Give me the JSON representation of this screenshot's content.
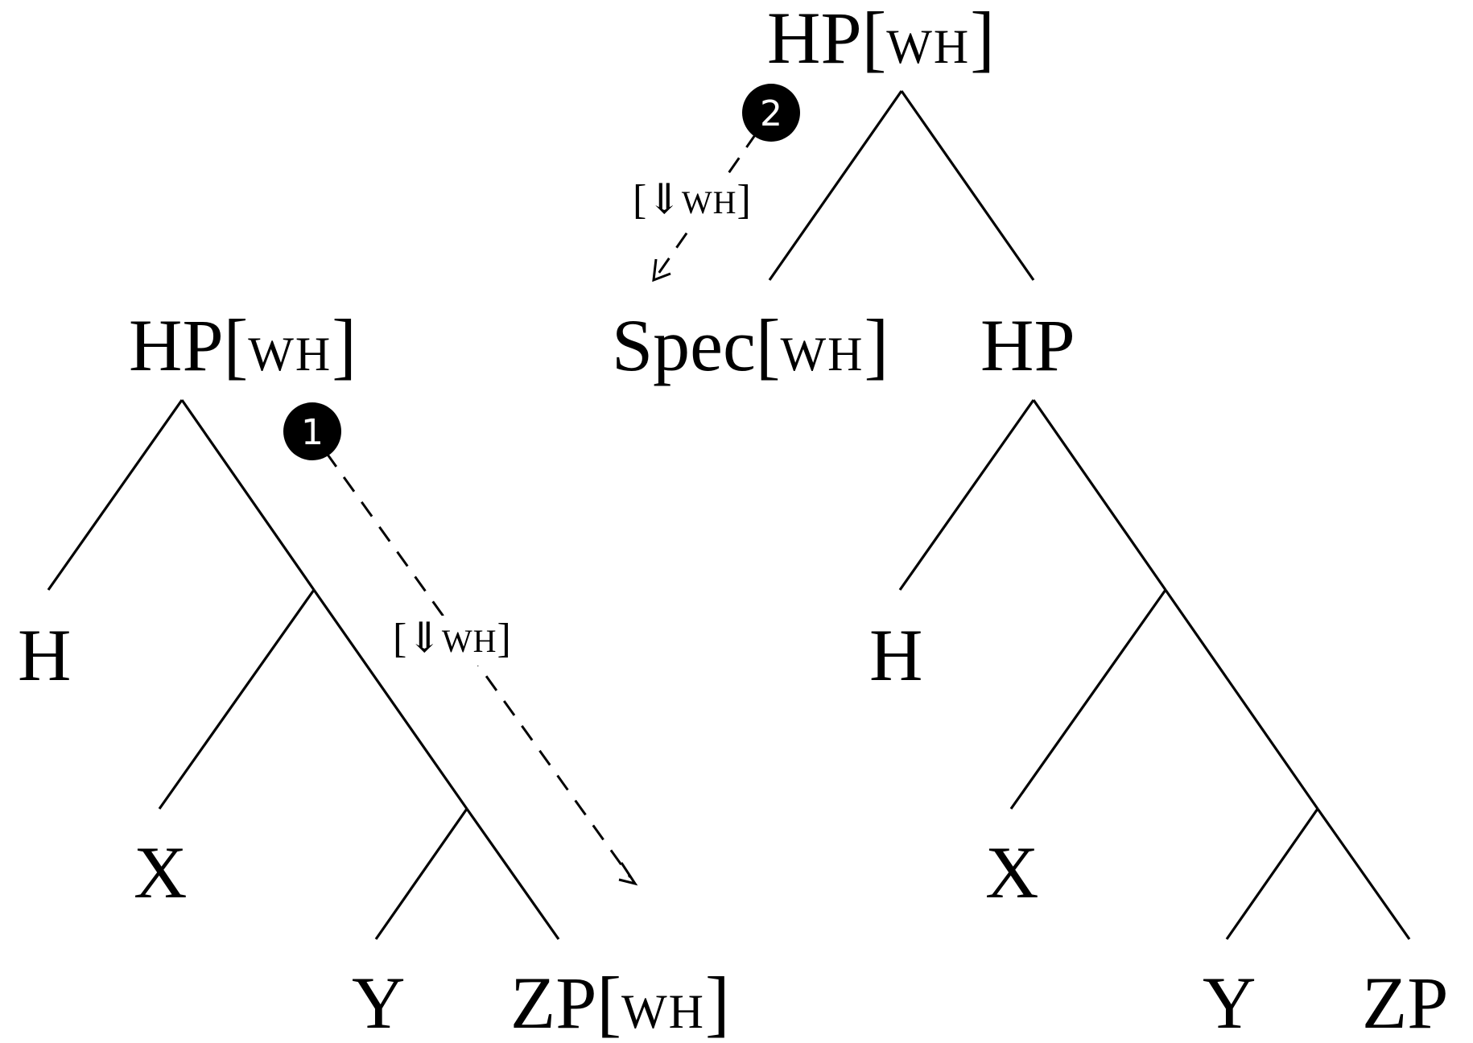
{
  "left_tree": {
    "root": {
      "label": "HP",
      "feature": "WH"
    },
    "head": "H",
    "x": "X",
    "y": "Y",
    "zp": {
      "label": "ZP",
      "feature": "WH"
    }
  },
  "right_tree": {
    "root": {
      "label": "HP",
      "feature": "WH"
    },
    "spec": {
      "label": "Spec",
      "feature": "WH"
    },
    "hp": "HP",
    "head": "H",
    "x": "X",
    "y": "Y",
    "zp": "ZP"
  },
  "annotations": {
    "step1": {
      "number": "1",
      "arrow_symbol": "⇓",
      "feature": "WH"
    },
    "step2": {
      "number": "2",
      "arrow_symbol": "⇓",
      "feature": "WH"
    }
  },
  "brackets": {
    "open": "[",
    "close": "]"
  }
}
